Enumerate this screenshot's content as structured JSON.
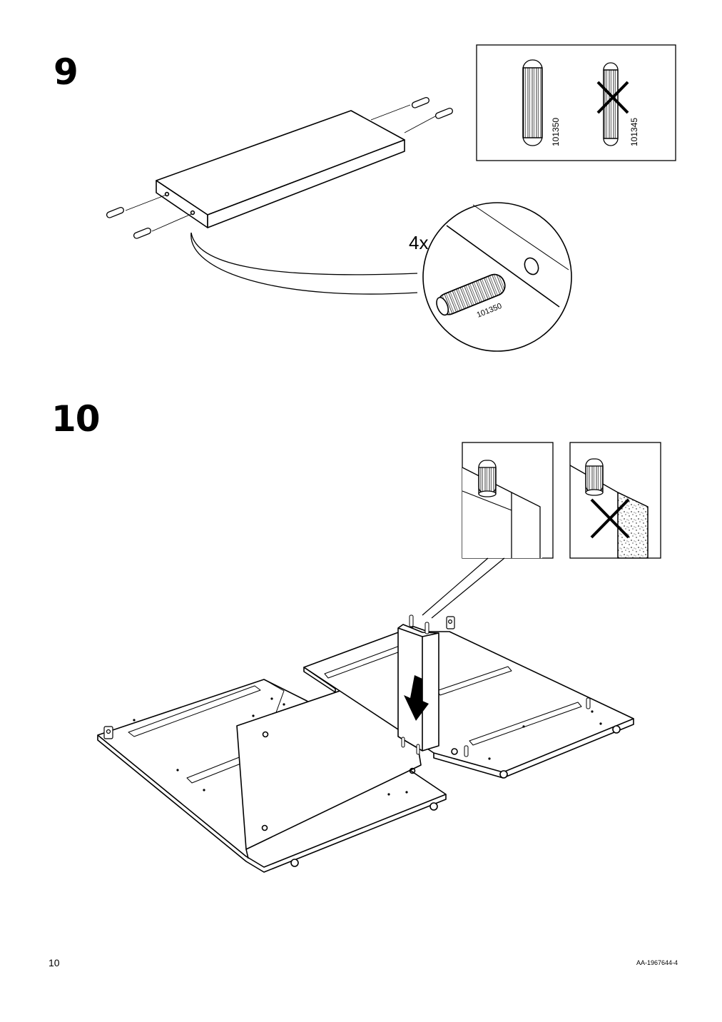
{
  "steps": [
    {
      "number": "9",
      "quantity_label": "4x",
      "correct_dowel_code": "101350",
      "wrong_dowel_code": "101345",
      "callout_dowel_code": "101350"
    },
    {
      "number": "10"
    }
  ],
  "footer": {
    "page_number": "10",
    "document_code": "AA-1967644-4"
  },
  "icons": [
    "dowel-icon",
    "cross-mark-icon",
    "down-arrow-icon",
    "bracket-icon"
  ],
  "colors": {
    "ink": "#000000",
    "paper": "#ffffff"
  }
}
